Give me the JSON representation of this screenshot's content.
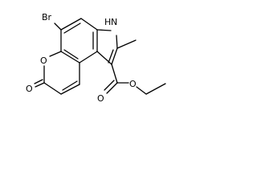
{
  "molecule": {
    "atoms": {
      "bromine": "Br",
      "nh": "H",
      "n": "N",
      "ring_oxygen": "O",
      "carbonyl_oxygen_lactone": "O",
      "carbonyl_oxygen_ester": "O",
      "ester_oxygen": "O"
    }
  },
  "colors": {
    "bond": "#000000",
    "text": "#000000",
    "background": "#ffffff"
  }
}
